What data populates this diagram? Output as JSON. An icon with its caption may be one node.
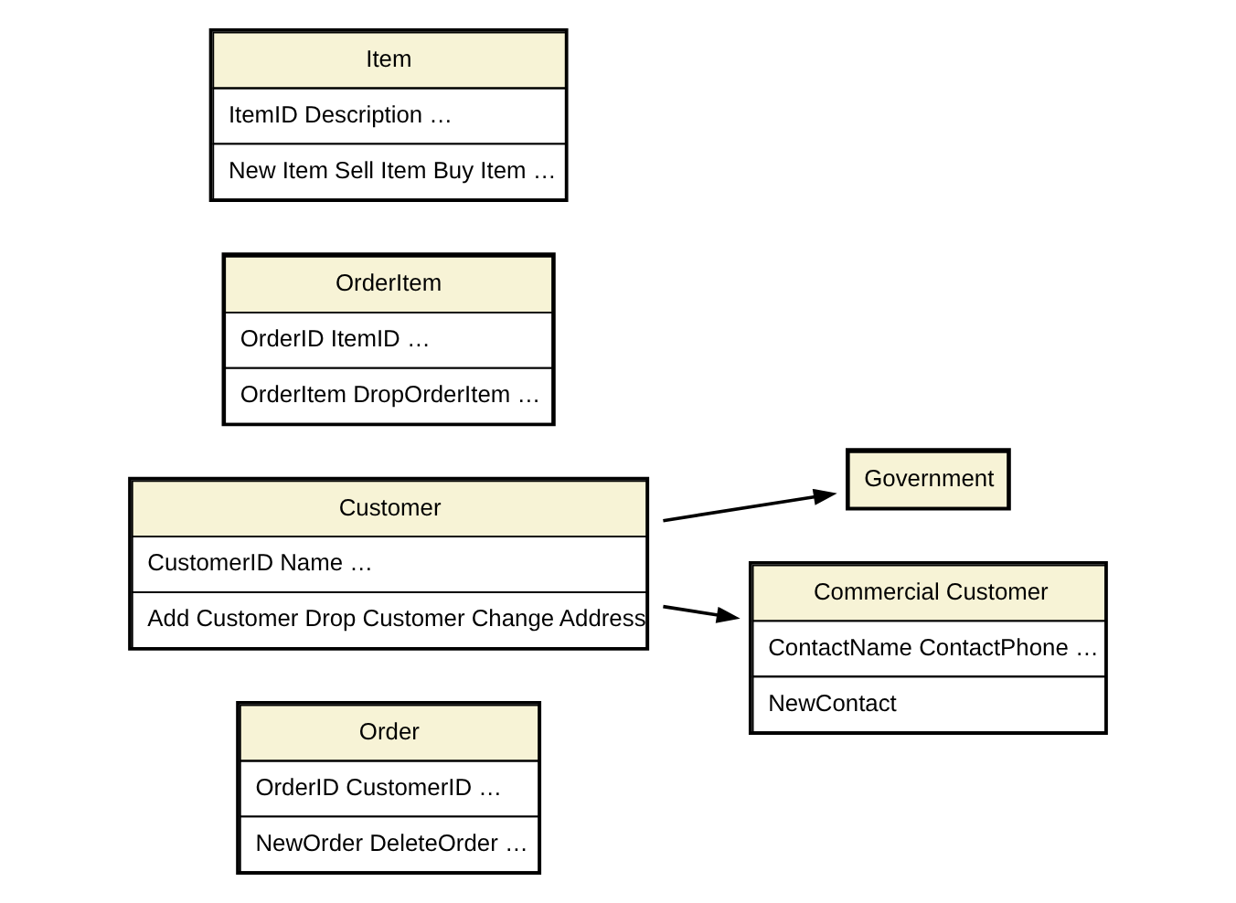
{
  "diagram": {
    "nodes": [
      {
        "text": [
          "Order",
          "OrderID CustomerID …",
          "NewOrder DeleteOrder …"
        ]
      },
      {
        "text": [
          "Customer",
          "CustomerID Name …",
          "Add Customer Drop Customer Change Address"
        ]
      },
      {
        "text": [
          "Government"
        ]
      },
      {
        "text": [
          "Commercial Customer",
          "ContactName ContactPhone …",
          "NewContact"
        ]
      },
      {
        "text": [
          "OrderItem",
          "OrderID ItemID …",
          "OrderItem DropOrderItem …"
        ]
      },
      {
        "text": [
          "Item",
          "ItemID Description …",
          "New Item Sell Item Buy Item …"
        ]
      }
    ],
    "edges": [
      {
        "from": 1,
        "to": 2,
        "arrow": "to"
      },
      {
        "from": 1,
        "to": 3,
        "arrow": "to"
      }
    ]
  }
}
